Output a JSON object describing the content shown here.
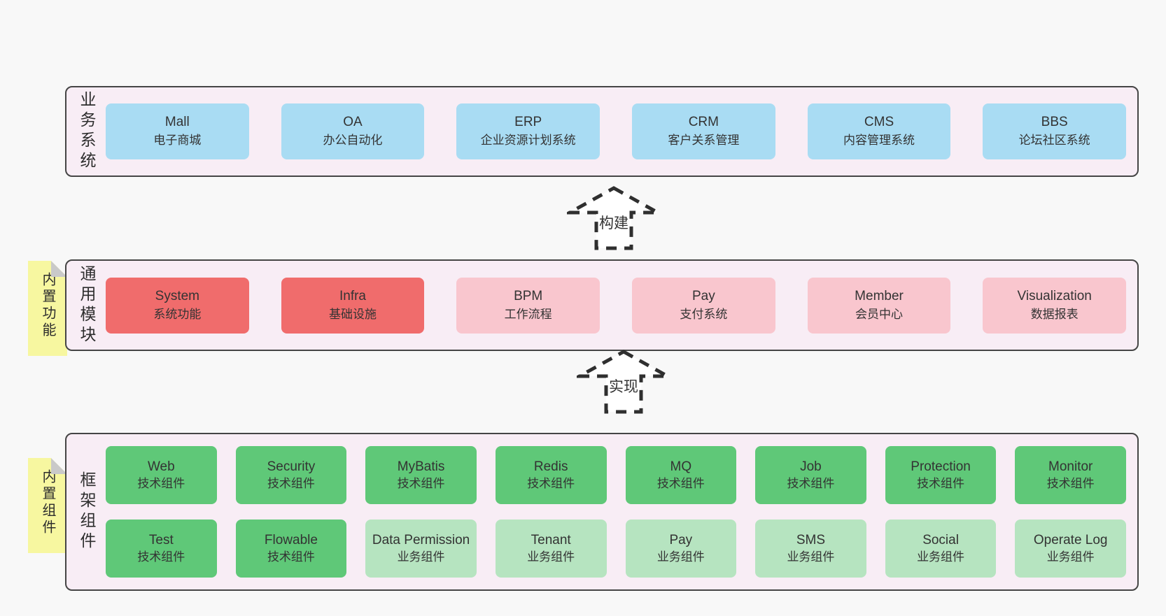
{
  "colors": {
    "page_bg": "#f8f8f8",
    "layer_bg": "#f8edf5",
    "layer_border": "#454545",
    "sticky_yellow": "#f7f7a0",
    "sticky_fold": "#c9c9c9",
    "blue": "#a9dcf3",
    "red": "#f06c6c",
    "pink": "#f9c6ce",
    "green": "#5fc878",
    "green_light": "#b6e4c0",
    "text": "#333333"
  },
  "arrows": [
    {
      "label": "构建"
    },
    {
      "label": "实现"
    }
  ],
  "sections": [
    {
      "id": "business-systems",
      "side_label": "业务系统",
      "sticky_note": null,
      "rows": [
        [
          {
            "title": "Mall",
            "subtitle": "电子商城",
            "variant": "blue"
          },
          {
            "title": "OA",
            "subtitle": "办公自动化",
            "variant": "blue"
          },
          {
            "title": "ERP",
            "subtitle": "企业资源计划系统",
            "variant": "blue"
          },
          {
            "title": "CRM",
            "subtitle": "客户关系管理",
            "variant": "blue"
          },
          {
            "title": "CMS",
            "subtitle": "内容管理系统",
            "variant": "blue"
          },
          {
            "title": "BBS",
            "subtitle": "论坛社区系统",
            "variant": "blue"
          }
        ]
      ]
    },
    {
      "id": "common-modules",
      "side_label": "通用模块",
      "sticky_note": "内置功能",
      "rows": [
        [
          {
            "title": "System",
            "subtitle": "系统功能",
            "variant": "red"
          },
          {
            "title": "Infra",
            "subtitle": "基础设施",
            "variant": "red"
          },
          {
            "title": "BPM",
            "subtitle": "工作流程",
            "variant": "pink"
          },
          {
            "title": "Pay",
            "subtitle": "支付系统",
            "variant": "pink"
          },
          {
            "title": "Member",
            "subtitle": "会员中心",
            "variant": "pink"
          },
          {
            "title": "Visualization",
            "subtitle": "数据报表",
            "variant": "pink"
          }
        ]
      ]
    },
    {
      "id": "framework-components",
      "side_label": "框架组件",
      "sticky_note": "内置组件",
      "rows": [
        [
          {
            "title": "Web",
            "subtitle": "技术组件",
            "variant": "green"
          },
          {
            "title": "Security",
            "subtitle": "技术组件",
            "variant": "green"
          },
          {
            "title": "MyBatis",
            "subtitle": "技术组件",
            "variant": "green"
          },
          {
            "title": "Redis",
            "subtitle": "技术组件",
            "variant": "green"
          },
          {
            "title": "MQ",
            "subtitle": "技术组件",
            "variant": "green"
          },
          {
            "title": "Job",
            "subtitle": "技术组件",
            "variant": "green"
          },
          {
            "title": "Protection",
            "subtitle": "技术组件",
            "variant": "green"
          },
          {
            "title": "Monitor",
            "subtitle": "技术组件",
            "variant": "green"
          }
        ],
        [
          {
            "title": "Test",
            "subtitle": "技术组件",
            "variant": "green"
          },
          {
            "title": "Flowable",
            "subtitle": "技术组件",
            "variant": "green"
          },
          {
            "title": "Data Permission",
            "subtitle": "业务组件",
            "variant": "green_light"
          },
          {
            "title": "Tenant",
            "subtitle": "业务组件",
            "variant": "green_light"
          },
          {
            "title": "Pay",
            "subtitle": "业务组件",
            "variant": "green_light"
          },
          {
            "title": "SMS",
            "subtitle": "业务组件",
            "variant": "green_light"
          },
          {
            "title": "Social",
            "subtitle": "业务组件",
            "variant": "green_light"
          },
          {
            "title": "Operate Log",
            "subtitle": "业务组件",
            "variant": "green_light"
          }
        ]
      ]
    }
  ]
}
